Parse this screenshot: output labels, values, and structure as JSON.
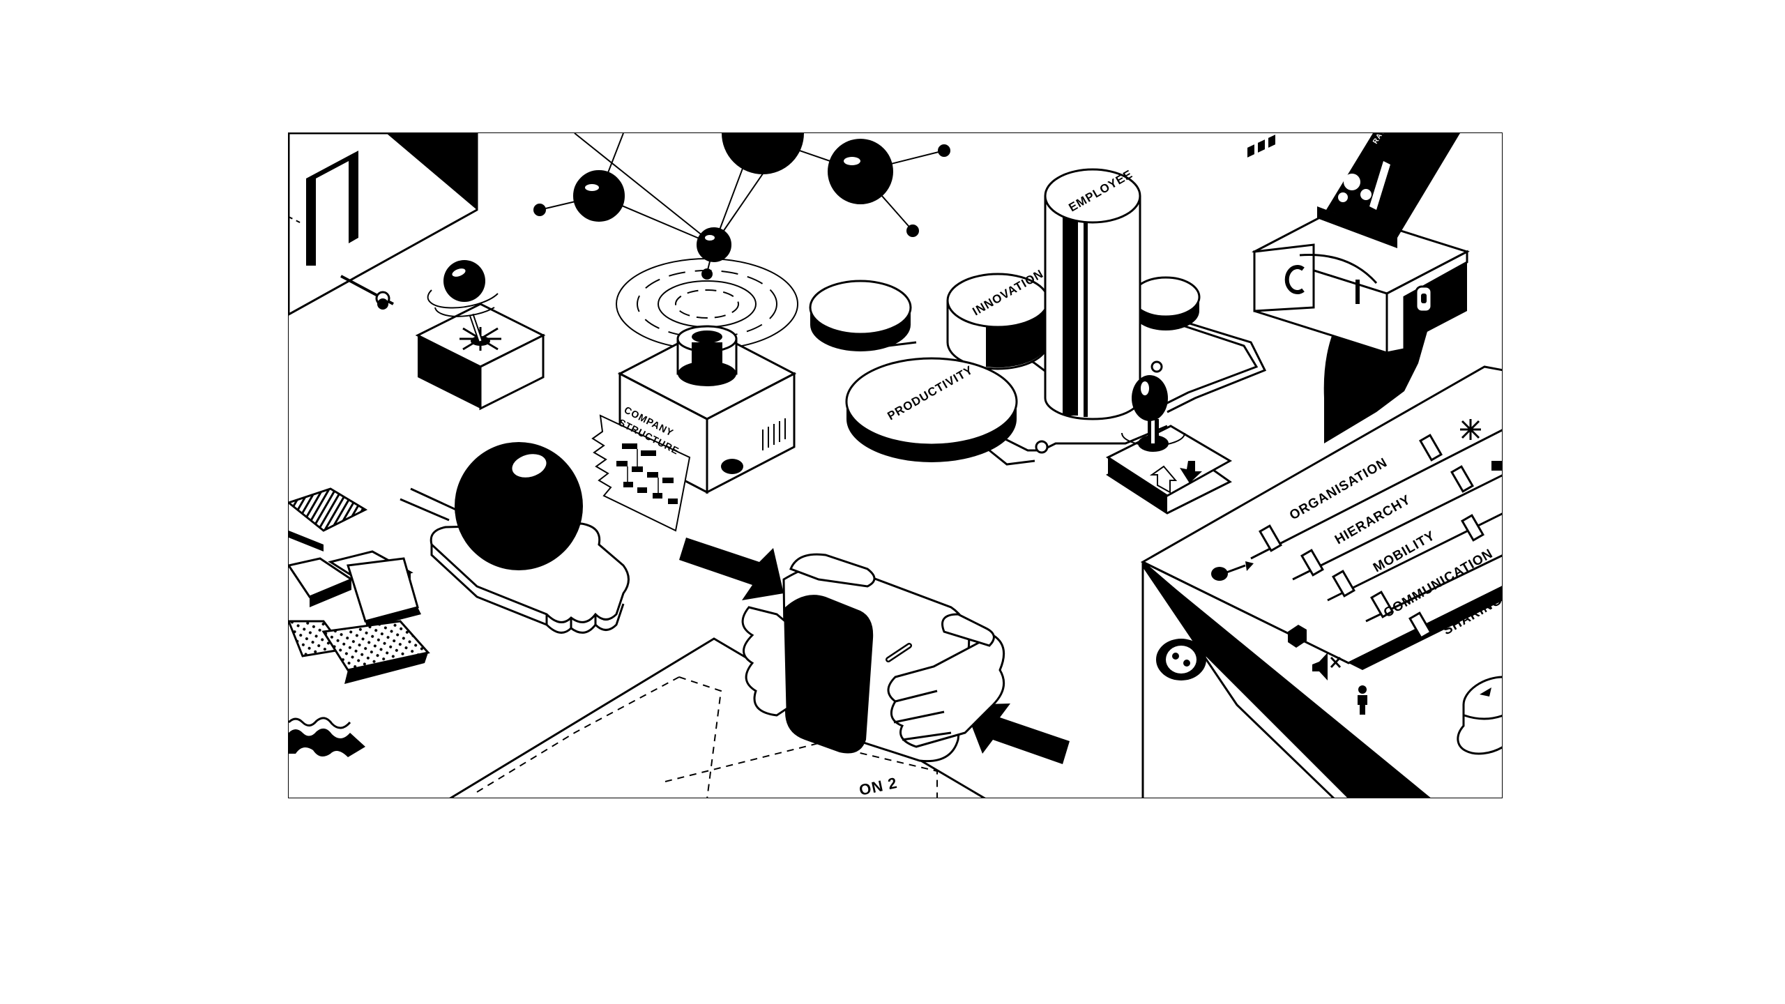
{
  "illustration": {
    "labels": {
      "company_structure_1": "COMPANY",
      "company_structure_2": "STRUCTURE",
      "productivity": "PRODUCTIVITY",
      "innovation": "INNOVATION",
      "employee": "EMPLOYEE",
      "strategy": "RATEGY",
      "zone": "ON 2"
    },
    "mixer": {
      "sliders": [
        {
          "label": "ORGANISATION"
        },
        {
          "label": "HIERARCHY"
        },
        {
          "label": "MOBILITY"
        },
        {
          "label": "COMMUNICATION"
        },
        {
          "label": "SHARING"
        }
      ]
    },
    "icons": [
      "move-arrows-icon",
      "key-arrow-icon",
      "dashes-icon",
      "house-icon",
      "mute-speaker-icon",
      "person-icon",
      "power-socket-icon",
      "arrow-up-down-icon"
    ],
    "colors": {
      "ink": "#000000",
      "paper": "#ffffff"
    }
  }
}
